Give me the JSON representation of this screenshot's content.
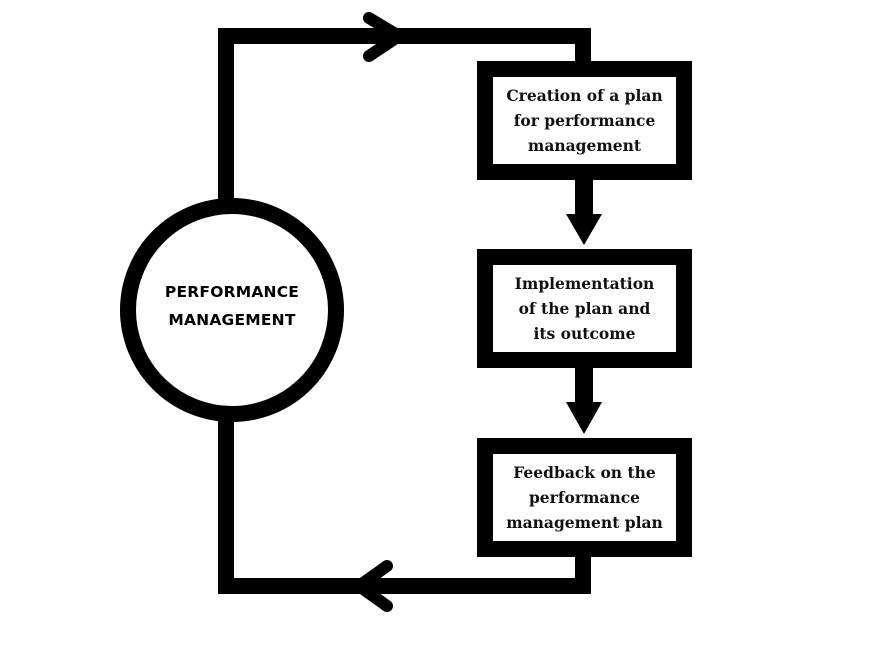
{
  "diagram": {
    "center": {
      "label_line1": "PERFORMANCE",
      "label_line2": "MANAGEMENT"
    },
    "steps": [
      {
        "lines": [
          "Creation of a plan",
          "for performance",
          "management"
        ]
      },
      {
        "lines": [
          "Implementation",
          "of the plan and",
          "its outcome"
        ]
      },
      {
        "lines": [
          "Feedback on the",
          "performance",
          "management plan"
        ]
      }
    ],
    "colors": {
      "stroke": "#000000",
      "background": "#ffffff"
    }
  }
}
